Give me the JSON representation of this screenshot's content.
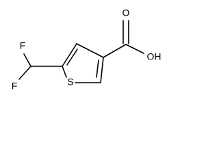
{
  "molecule": {
    "atoms": {
      "fluorine_top": "F",
      "fluorine_bottom": "F",
      "sulfur": "S",
      "carbonyl_oxygen": "O",
      "hydroxyl": "OH"
    },
    "colors": {
      "ink": "#000000",
      "background": "#ffffff"
    }
  }
}
